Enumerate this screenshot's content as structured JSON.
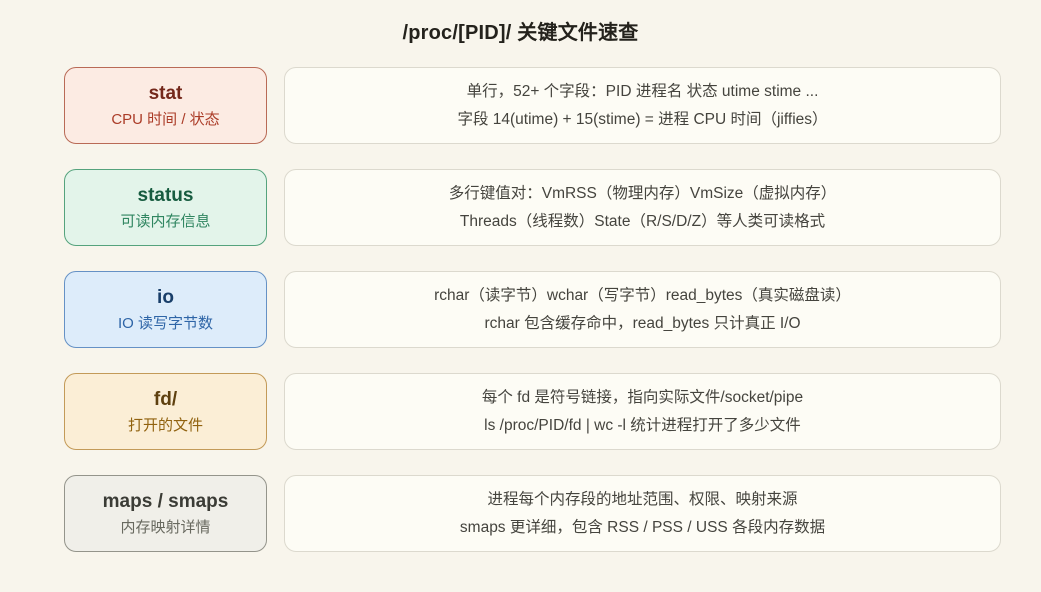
{
  "page": {
    "title": "/proc/[PID]/ 关键文件速查"
  },
  "rows": [
    {
      "file": "stat",
      "subtitle": "CPU 时间 / 状态",
      "desc_line1": "单行，52+ 个字段：PID 进程名 状态 utime stime ...",
      "desc_line2": "字段 14(utime) + 15(stime) = 进程 CPU 时间（jiffies）",
      "colors": {
        "bg": "#fcebe3",
        "border": "#b96a56",
        "title": "#74281b",
        "subtitle": "#ab3c28"
      }
    },
    {
      "file": "status",
      "subtitle": "可读内存信息",
      "desc_line1": "多行键值对：VmRSS（物理内存）VmSize（虚拟内存）",
      "desc_line2": "Threads（线程数）State（R/S/D/Z）等人类可读格式",
      "colors": {
        "bg": "#e3f4ea",
        "border": "#55a37d",
        "title": "#175c40",
        "subtitle": "#2f8560"
      }
    },
    {
      "file": "io",
      "subtitle": "IO 读写字节数",
      "desc_line1": "rchar（读字节）wchar（写字节）read_bytes（真实磁盘读）",
      "desc_line2": "rchar 包含缓存命中，read_bytes 只计真正 I/O",
      "colors": {
        "bg": "#ddecfa",
        "border": "#6591c5",
        "title": "#183e69",
        "subtitle": "#2e65a7"
      }
    },
    {
      "file": "fd/",
      "subtitle": "打开的文件",
      "desc_line1": "每个 fd 是符号链接，指向实际文件/socket/pipe",
      "desc_line2": "ls /proc/PID/fd | wc -l 统计进程打开了多少文件",
      "colors": {
        "bg": "#fbeed6",
        "border": "#c39a58",
        "title": "#5e400f",
        "subtitle": "#91620f"
      }
    },
    {
      "file": "maps / smaps",
      "subtitle": "内存映射详情",
      "desc_line1": "进程每个内存段的地址范围、权限、映射来源",
      "desc_line2": "smaps 更详细，包含 RSS / PSS / USS 各段内存数据",
      "colors": {
        "bg": "#f0efe9",
        "border": "#94948b",
        "title": "#3b3c36",
        "subtitle": "#68695f"
      }
    }
  ]
}
